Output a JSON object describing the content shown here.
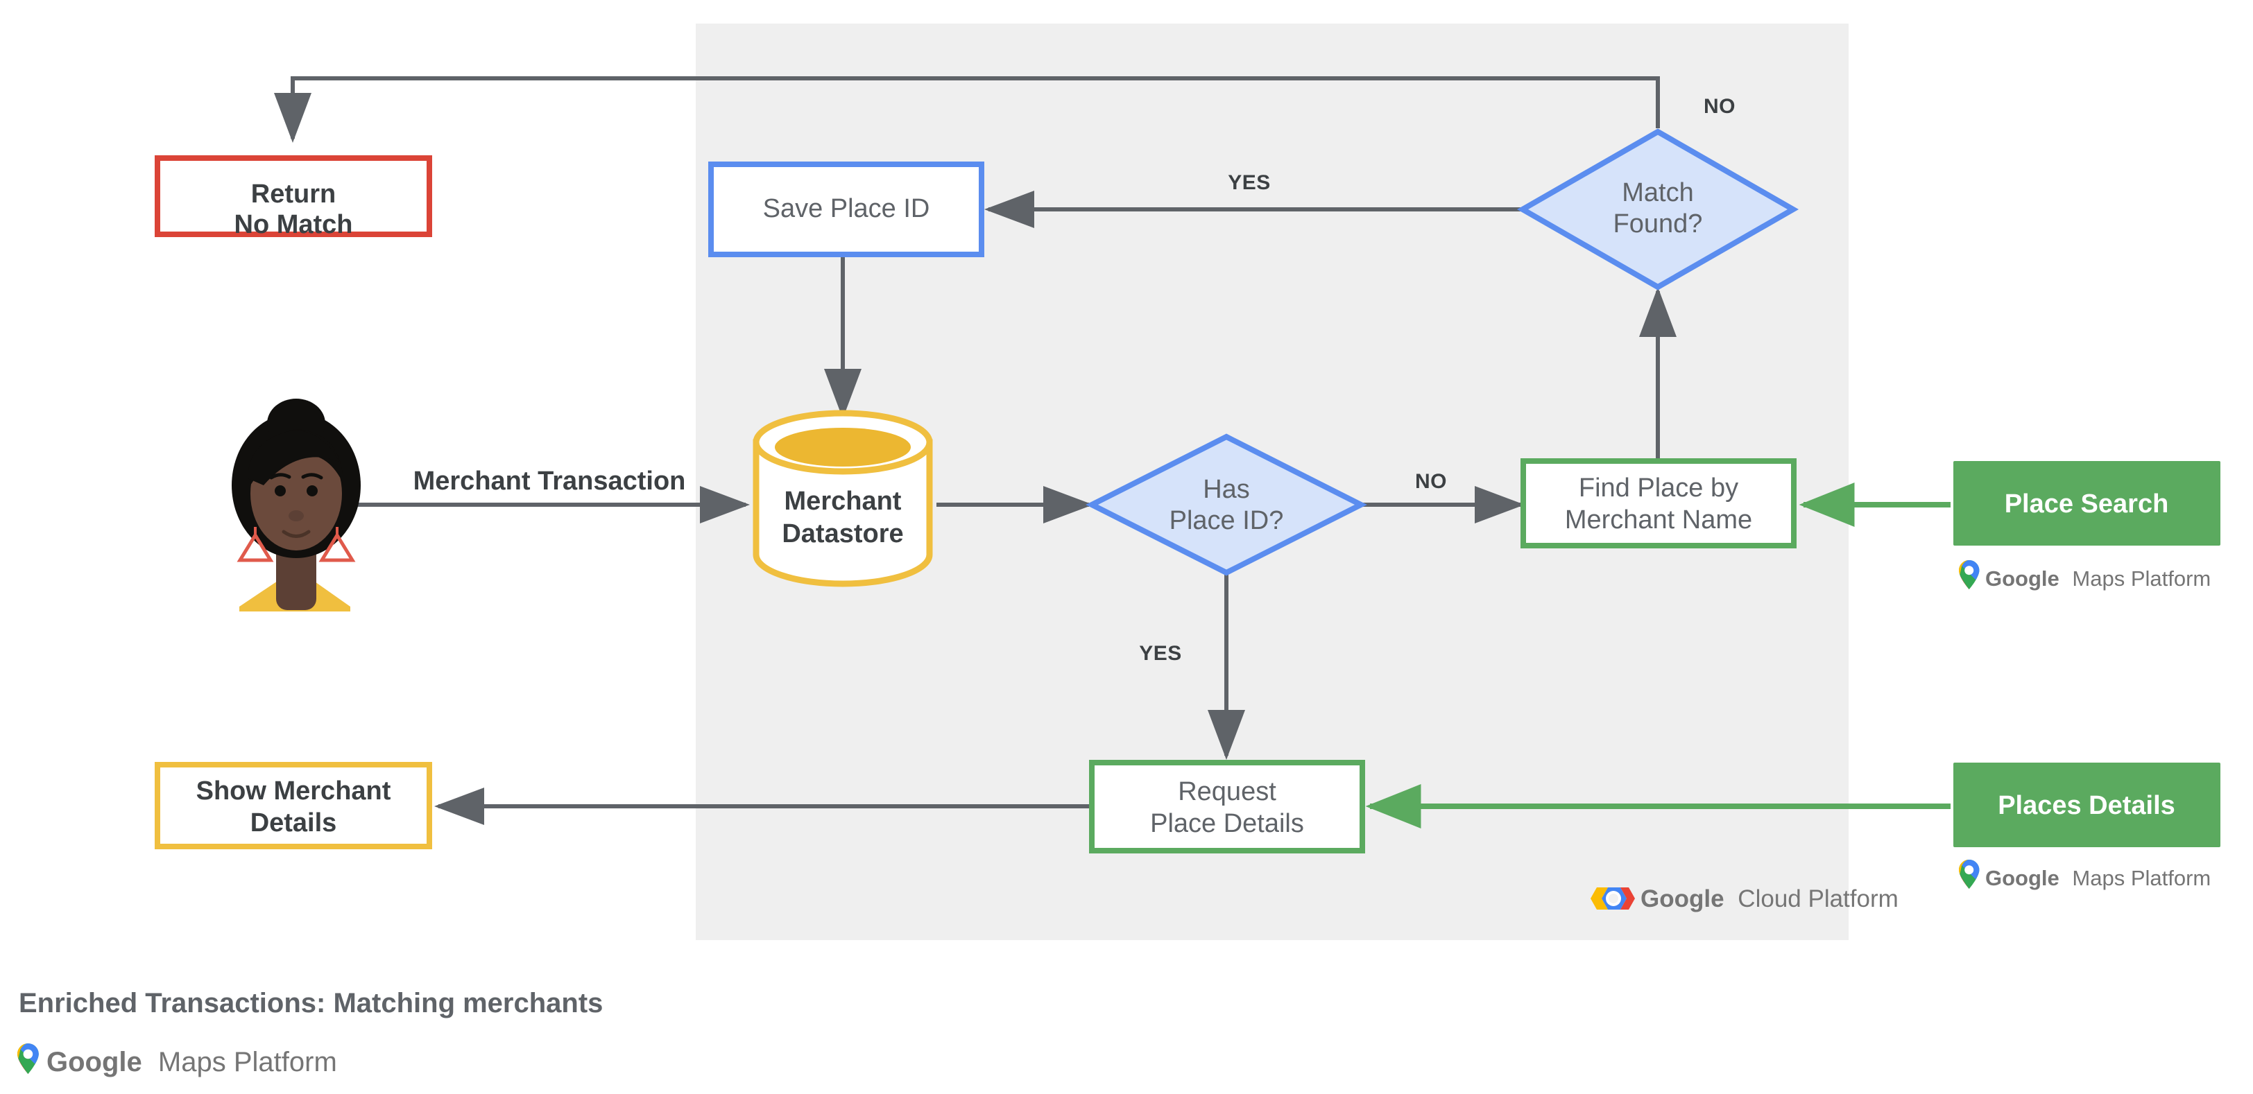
{
  "caption": {
    "title": "Enriched Transactions: Matching merchants",
    "brand_google": "Google",
    "brand_suffix": "Maps Platform"
  },
  "panel": {
    "name": "google-cloud-platform-region",
    "footer_brand_google": "Google",
    "footer_brand_suffix": "Cloud Platform",
    "background_color": "#efefef"
  },
  "nodes": {
    "return_no_match": {
      "line1": "Return",
      "line2": "No Match",
      "border_color": "#DB4437",
      "fill_color": "#ffffff"
    },
    "save_place_id": {
      "line1": "Save Place ID",
      "border_color": "#5B8DEF",
      "fill_color": "#ffffff"
    },
    "match_found": {
      "line1": "Match",
      "line2": "Found?",
      "border_color": "#5B8DEF",
      "fill_color": "#D6E3FA"
    },
    "merchant_datastore": {
      "line1": "Merchant",
      "line2": "Datastore",
      "border_color": "#F0BF3F",
      "fill_color": "#ffffff",
      "top_fill_color": "#ECB731"
    },
    "has_place_id": {
      "line1": "Has",
      "line2": "Place ID?",
      "border_color": "#5B8DEF",
      "fill_color": "#D6E3FA"
    },
    "find_place_by_merchant_name": {
      "line1": "Find Place by",
      "line2": "Merchant Name",
      "border_color": "#5BAA5F",
      "fill_color": "#ffffff"
    },
    "place_search": {
      "line1": "Place Search",
      "fill_color": "#5BAA5F",
      "text_color": "#ffffff",
      "brand_google": "Google",
      "brand_suffix": "Maps Platform"
    },
    "places_details": {
      "line1": "Places Details",
      "fill_color": "#5BAA5F",
      "text_color": "#ffffff",
      "brand_google": "Google",
      "brand_suffix": "Maps Platform"
    },
    "request_place_details": {
      "line1": "Request",
      "line2": "Place Details",
      "border_color": "#5BAA5F",
      "fill_color": "#ffffff"
    },
    "show_merchant_details": {
      "line1": "Show Merchant",
      "line2": "Details",
      "border_color": "#F0BF3F",
      "fill_color": "#ffffff"
    },
    "user_avatar": {
      "alt": "merchant customer illustration",
      "skin_color": "#6B4A3C",
      "hair_color": "#100F0D",
      "shirt_color": "#F0BF3F",
      "earring_color": "#E05A4B"
    }
  },
  "edges": {
    "merchant_transaction_label": "Merchant Transaction",
    "has_place_id_yes": "YES",
    "has_place_id_no": "NO",
    "match_found_yes": "YES",
    "match_found_no": "NO",
    "arrow_color": "#5f6368",
    "green_arrow_color": "#5BAA5F"
  }
}
